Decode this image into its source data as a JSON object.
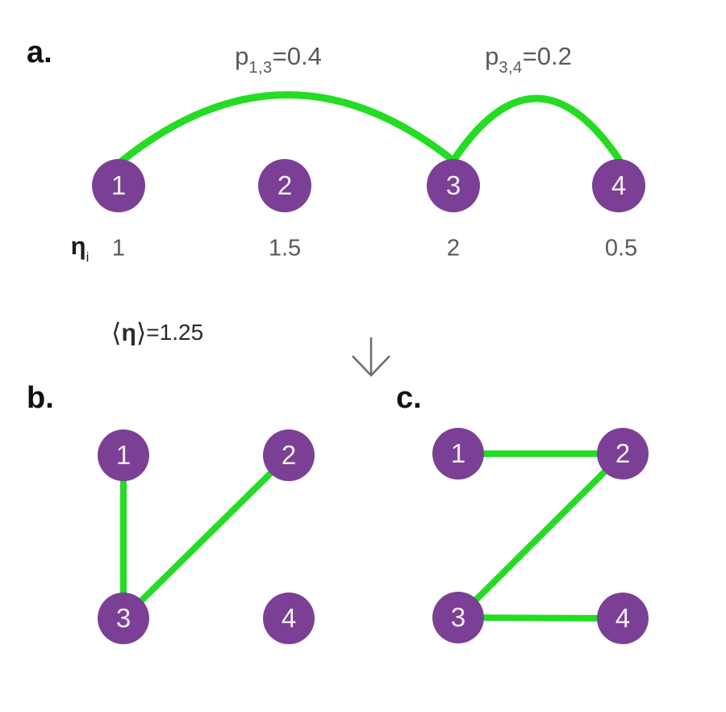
{
  "figure": {
    "background": "#ffffff",
    "description_visible_panels": [
      "a",
      "b",
      "c"
    ]
  },
  "colors": {
    "node_fill": "#7b4095",
    "edge_green": "#24dc24",
    "text_gray": "#58595b",
    "label_black": "#111111",
    "arrow_gray": "#6d6e71",
    "node_text": "#f2eef4"
  },
  "panel_a": {
    "label": "a.",
    "nodes": [
      {
        "id": "1",
        "eta": "1"
      },
      {
        "id": "2",
        "eta": "1.5"
      },
      {
        "id": "3",
        "eta": "2"
      },
      {
        "id": "4",
        "eta": "0.5"
      }
    ],
    "eta_symbol": {
      "base": "η",
      "sub": "i"
    },
    "edge_labels": [
      {
        "base": "p",
        "sub": "1,3",
        "value": "=0.4"
      },
      {
        "base": "p",
        "sub": "3,4",
        "value": "=0.2"
      }
    ],
    "edges": [
      "1–3",
      "3–4"
    ]
  },
  "mean_eta": {
    "bracket_open": "⟨",
    "symbol": "η",
    "bracket_close": "⟩",
    "value": "=1.25"
  },
  "panel_b": {
    "label": "b.",
    "nodes": [
      "1",
      "2",
      "3",
      "4"
    ],
    "edges": [
      "1–3",
      "2–3"
    ]
  },
  "panel_c": {
    "label": "c.",
    "nodes": [
      "1",
      "2",
      "3",
      "4"
    ],
    "edges": [
      "1–2",
      "2–3",
      "3–4"
    ]
  }
}
